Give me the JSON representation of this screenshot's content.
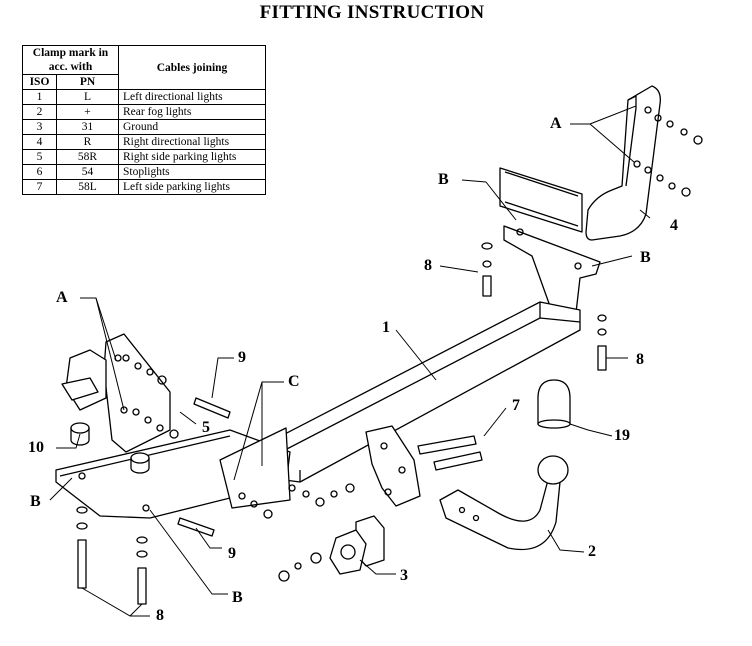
{
  "title": "FITTING INSTRUCTION",
  "table": {
    "header_clamp": "Clamp mark in acc. with",
    "header_cables": "Cables joining",
    "col_iso": "ISO",
    "col_pn": "PN",
    "rows": [
      {
        "iso": "1",
        "pn": "L",
        "desc": "Left directional lights"
      },
      {
        "iso": "2",
        "pn": "+",
        "desc": "Rear fog lights"
      },
      {
        "iso": "3",
        "pn": "31",
        "desc": "Ground"
      },
      {
        "iso": "4",
        "pn": "R",
        "desc": "Right directional lights"
      },
      {
        "iso": "5",
        "pn": "58R",
        "desc": "Right side parking lights"
      },
      {
        "iso": "6",
        "pn": "54",
        "desc": "Stoplights"
      },
      {
        "iso": "7",
        "pn": "58L",
        "desc": "Left side parking lights"
      }
    ]
  },
  "callouts": {
    "A_top": "A",
    "B_top_left": "B",
    "B_top_right": "B",
    "part4": "4",
    "part8_top": "8",
    "part8_right": "8",
    "part1": "1",
    "A_left": "A",
    "part9_top": "9",
    "C": "C",
    "part5": "5",
    "part7": "7",
    "part19": "19",
    "part10": "10",
    "B_left": "B",
    "part9_bottom": "9",
    "part2": "2",
    "part3": "3",
    "B_bottom": "B",
    "part8_bottom": "8"
  },
  "colors": {
    "line": "#000000",
    "background": "#ffffff"
  }
}
